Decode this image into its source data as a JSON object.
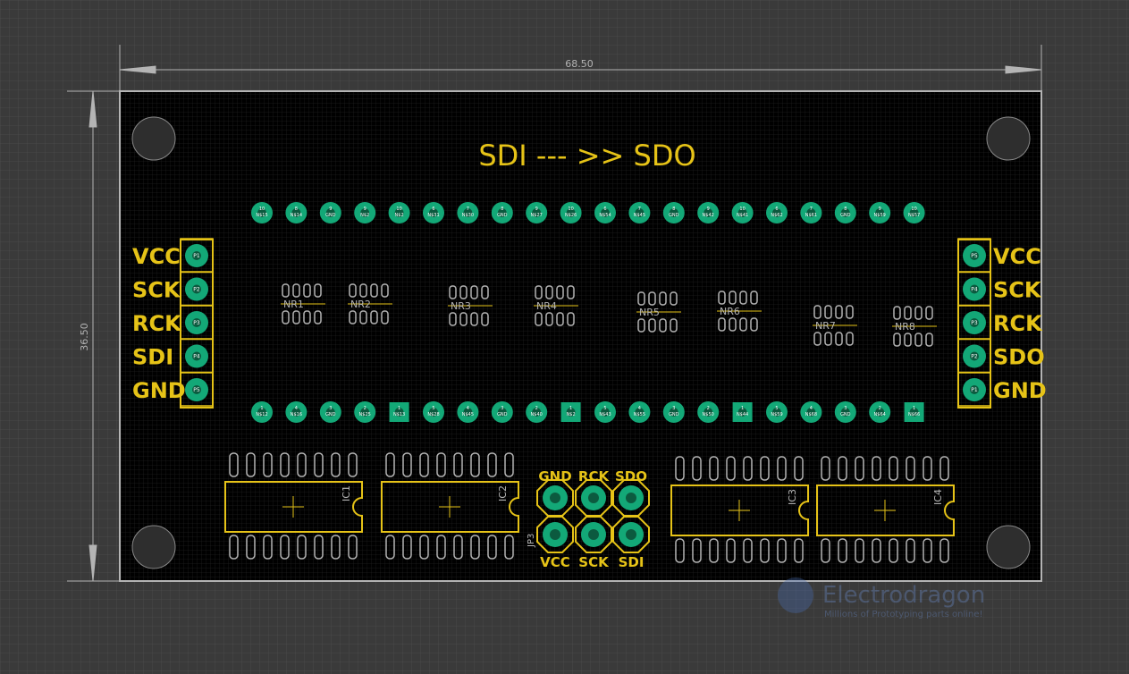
{
  "board": {
    "width_dim": "68.50",
    "height_dim": "36.50",
    "title": "SDI --- >> SDO"
  },
  "left_header": {
    "labels": [
      "VCC",
      "SCK",
      "RCK",
      "SDI",
      "GND"
    ],
    "pin_texts": [
      "P1",
      "P2",
      "P3",
      "P4",
      "P5"
    ]
  },
  "right_header": {
    "labels": [
      "VCC",
      "SCK",
      "RCK",
      "SDO",
      "GND"
    ],
    "pin_texts": [
      "P5",
      "P4",
      "P3",
      "P2",
      "P1"
    ]
  },
  "top_row_pads": [
    {
      "num": "10",
      "net": "N$15"
    },
    {
      "num": "8",
      "net": "N$14"
    },
    {
      "num": "9",
      "net": "GND"
    },
    {
      "num": "9",
      "net": "N$2"
    },
    {
      "num": "10",
      "net": "N$2"
    },
    {
      "num": "6",
      "net": "N$31"
    },
    {
      "num": "7",
      "net": "N$30"
    },
    {
      "num": "8",
      "net": "GND"
    },
    {
      "num": "9",
      "net": "N$27"
    },
    {
      "num": "10",
      "net": "N$26"
    },
    {
      "num": "6",
      "net": "N$54"
    },
    {
      "num": "7",
      "net": "N$45"
    },
    {
      "num": "8",
      "net": "GND"
    },
    {
      "num": "9",
      "net": "N$42"
    },
    {
      "num": "10",
      "net": "N$41"
    },
    {
      "num": "6",
      "net": "N$62"
    },
    {
      "num": "7",
      "net": "N$61"
    },
    {
      "num": "8",
      "net": "GND"
    },
    {
      "num": "9",
      "net": "N$59"
    },
    {
      "num": "10",
      "net": "N$57"
    }
  ],
  "bottom_row_pads": [
    {
      "num": "1",
      "net": "N$12",
      "square": false
    },
    {
      "num": "4",
      "net": "N$16",
      "square": false
    },
    {
      "num": "3",
      "net": "GND",
      "square": false
    },
    {
      "num": "2",
      "net": "N$25",
      "square": false
    },
    {
      "num": "1",
      "net": "N$13",
      "square": true
    },
    {
      "num": "5",
      "net": "N$28",
      "square": false
    },
    {
      "num": "4",
      "net": "N$45",
      "square": false
    },
    {
      "num": "3",
      "net": "GND",
      "square": false
    },
    {
      "num": "2",
      "net": "N$40",
      "square": false
    },
    {
      "num": "1",
      "net": "N$2",
      "square": true
    },
    {
      "num": "5",
      "net": "N$43",
      "square": false
    },
    {
      "num": "4",
      "net": "N$55",
      "square": false
    },
    {
      "num": "3",
      "net": "GND",
      "square": false
    },
    {
      "num": "2",
      "net": "N$50",
      "square": false
    },
    {
      "num": "1",
      "net": "N$44",
      "square": true
    },
    {
      "num": "5",
      "net": "N$59",
      "square": false
    },
    {
      "num": "4",
      "net": "N$68",
      "square": false
    },
    {
      "num": "3",
      "net": "GND",
      "square": false
    },
    {
      "num": "2",
      "net": "N$64",
      "square": false
    },
    {
      "num": "1",
      "net": "N$66",
      "square": true
    }
  ],
  "resistor_networks": [
    "NR1",
    "NR2",
    "NR3",
    "NR4",
    "NR5",
    "NR6",
    "NR7",
    "NR8"
  ],
  "ics": [
    "IC1",
    "IC2",
    "IC3",
    "IC4"
  ],
  "jp3": {
    "name": "JP3",
    "top_labels": [
      "GND",
      "RCK",
      "SDO"
    ],
    "bottom_labels": [
      "VCC",
      "SCK",
      "SDI"
    ]
  },
  "watermark": {
    "brand": "Electrodragon",
    "tagline": "Millions of Prototyping parts online!"
  },
  "colors": {
    "background": "#3a3a3a",
    "board": "#000000",
    "outline": "#b4b4b4",
    "silk_yellow": "#e6c317",
    "pad_green": "#13a877",
    "silk_gray": "#b4b4b4"
  }
}
